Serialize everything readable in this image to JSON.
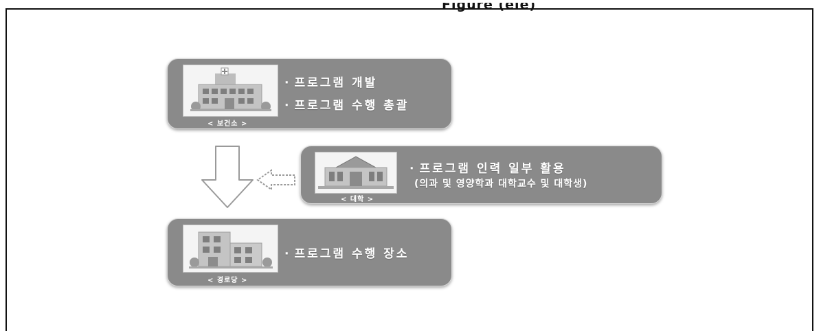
{
  "caption_fragment": "Figure (ele)",
  "nodes": {
    "health_center": {
      "tag": "< 보건소 >",
      "items": [
        "프로그램 개발",
        "프로그램 수행 총괄"
      ]
    },
    "university": {
      "tag": "< 대학 >",
      "items": [
        "프로그램 인력 일부 활용",
        "(의과 및 영양학과 대학교수 및 대학생)"
      ]
    },
    "senior_center": {
      "tag": "< 경로당 >",
      "items": [
        "프로그램 수행 장소"
      ]
    }
  },
  "bullet": "·",
  "colors": {
    "box_fill": "#8a8a8a",
    "box_text": "#ffffff",
    "arrow_fill": "#ffffff",
    "arrow_stroke": "#9a9a9a"
  },
  "icons": {
    "health_center": "hospital-building-icon",
    "university": "university-building-icon",
    "senior_center": "senior-center-building-icon"
  }
}
